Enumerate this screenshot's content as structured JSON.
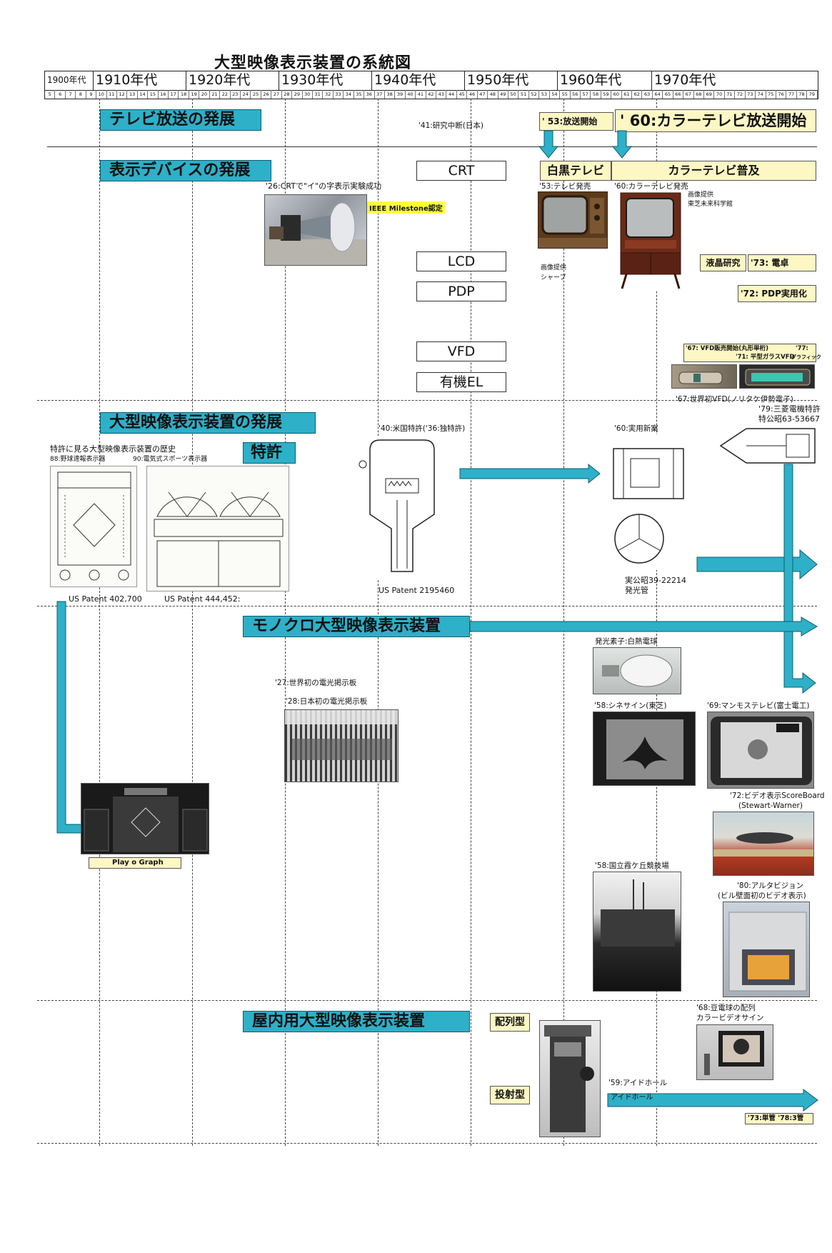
{
  "title": "大型映像表示装置の系統図",
  "decades": [
    "1900年代",
    "1910年代",
    "1920年代",
    "1930年代",
    "1940年代",
    "1950年代",
    "1960年代",
    "1970年代"
  ],
  "years": [
    "5",
    "6",
    "7",
    "8",
    "9",
    "10",
    "11",
    "12",
    "13",
    "14",
    "15",
    "16",
    "17",
    "18",
    "19",
    "20",
    "21",
    "22",
    "23",
    "24",
    "25",
    "26",
    "27",
    "28",
    "29",
    "30",
    "31",
    "32",
    "33",
    "34",
    "35",
    "36",
    "37",
    "38",
    "39",
    "40",
    "41",
    "42",
    "43",
    "44",
    "45",
    "46",
    "47",
    "48",
    "49",
    "50",
    "51",
    "52",
    "53",
    "54",
    "55",
    "56",
    "57",
    "58",
    "59",
    "60",
    "61",
    "62",
    "63",
    "64",
    "65",
    "66",
    "67",
    "68",
    "69",
    "70",
    "71",
    "72",
    "73",
    "74",
    "75",
    "76",
    "77",
    "78",
    "79"
  ],
  "broadcast": {
    "heading": "テレビ放送の発展",
    "suspended": "'41:研究中断(日本)",
    "start53": "' 53:放送開始",
    "color60": "' 60:カラーテレビ放送開始"
  },
  "devices": {
    "heading": "表示デバイスの発展",
    "boxes": [
      "CRT",
      "LCD",
      "PDP",
      "VFD",
      "有機EL"
    ],
    "bw_tv": "白黒テレビ",
    "color_tv": "カラーテレビ普及",
    "crt_success": "'26:CRTで\"イ\"の字表示実験成功",
    "ieee": "IEEE Milestone認定",
    "tv53": "'53:テレビ発売",
    "tv60": "'60:カラーテレビ発売",
    "credit_toshiba_1": "画像提供",
    "credit_toshiba_2": "東芝未来科学館",
    "credit_sharp_1": "画像提供",
    "credit_sharp_2": "シャープ",
    "lcd_research": "液晶研究",
    "lcd73": "'73: 電卓",
    "pdp72": "'72: PDP実用化",
    "vfd67": "'67: VFD販売開始(丸形単桁)",
    "vfd77": "'77:",
    "vfd71": "'71: 平型ガラスVFD",
    "graphic": "グラフィック",
    "vfd_world": "'67:世界初VFD(ノリタケ伊勢電子)"
  },
  "large": {
    "heading": "大型映像表示装置の発展",
    "patent_label": "特許",
    "history": "特許に見る大型映像表示装置の歴史",
    "p88": "88:野球速報表示器",
    "p90": "90:電気式スポーツ表示器",
    "usp1": "US Patent 402,700",
    "usp2": "US Patent 444,452:",
    "us40": "'40:米国特許('36:独特許)",
    "usp3": "US Patent  2195460",
    "jp60": "'60:実用新案",
    "jp_num": "実公昭39-22214",
    "jp_name": "発光管",
    "mitsu1": "'79:三菱電機特許",
    "mitsu2": "特公昭63-53667"
  },
  "mono": {
    "heading": "モノクロ大型映像表示装置",
    "world27": "'27:世界初の電光掲示板",
    "japan28": "'28:日本初の電光掲示板",
    "bulb": "発光素子:白熱電球",
    "cine58": "'58:シネサイン(東芝)",
    "mammoth69": "'69:マンモステレビ(富士電工)",
    "score72a": "'72:ビデオ表示ScoreBoard",
    "score72b": "(Stewart-Warner)",
    "kasumi58": "'58:国立霞ケ丘競技場",
    "alta80a": "'80:アルタビジョン",
    "alta80b": "(ビル壁面初のビデオ表示)",
    "playograph": "Play o Graph"
  },
  "indoor": {
    "heading": "屋内用大型映像表示装置",
    "array": "配列型",
    "projection": "投射型",
    "bulb68a": "'68:豆電球の配列",
    "bulb68b": "カラービデオサイン",
    "eidophor59": "'59:アイドホール",
    "eidophor": "アイドホール",
    "tubes": "'73:単管 '78:3管"
  }
}
